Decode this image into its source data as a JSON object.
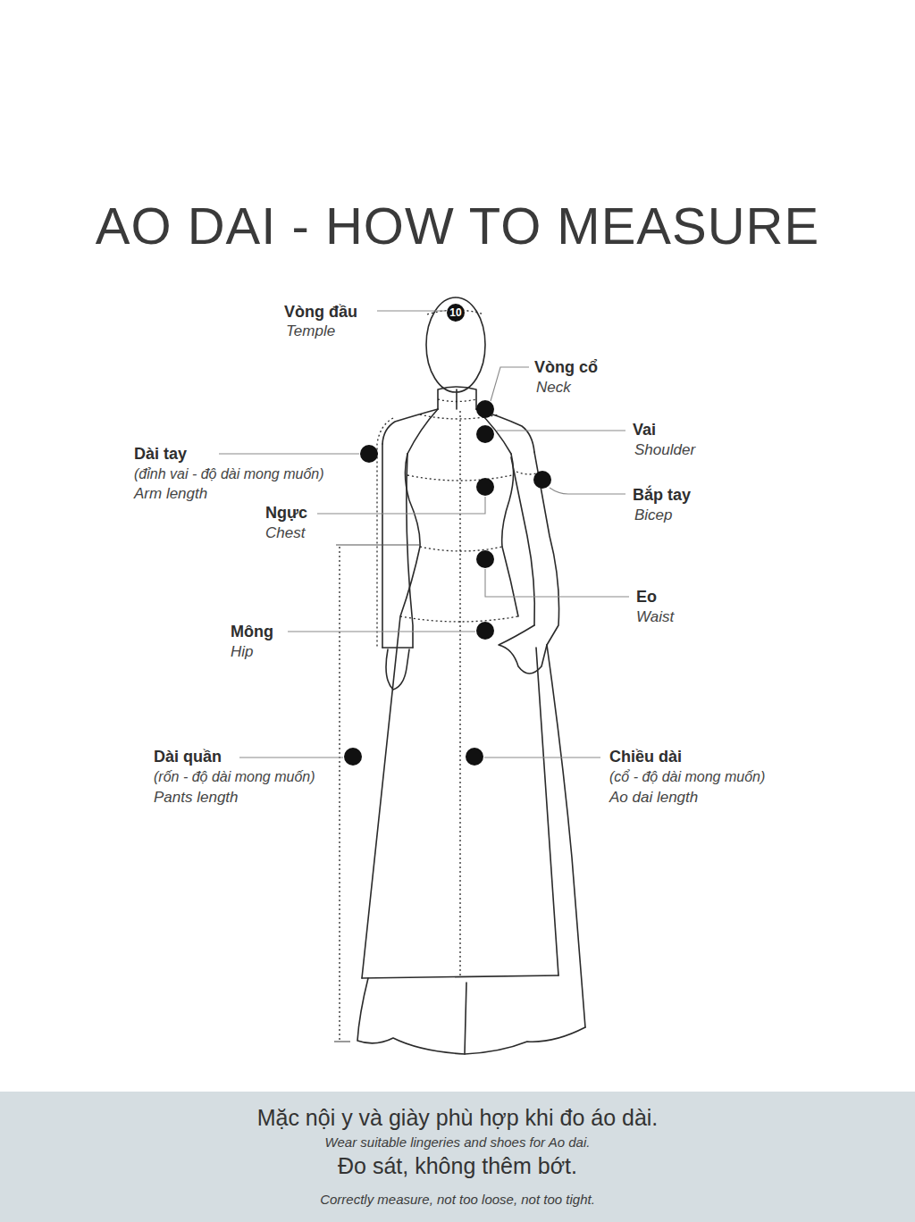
{
  "diagram": {
    "title": "AO DAI - HOW TO MEASURE",
    "nodes": [
      {
        "text": [
          "Mặc nội y và giày phù hợp khi đo áo dài.",
          "Wear suitable lingeries and shoes for Ao dai.",
          "Đo sát, không thêm bớt.",
          "Correctly measure, not too loose, not too tight."
        ]
      }
    ],
    "labels": [
      "Vòng đầu",
      "Temple",
      "10",
      "Vòng cổ",
      "Neck",
      "Vai",
      "Shoulder",
      "Dài tay",
      "(đỉnh vai - độ dài mong muốn)",
      "Arm length",
      "Bắp tay",
      "Bicep",
      "Ngực",
      "Chest",
      "Eo",
      "Waist",
      "Mông",
      "Hip",
      "Dài quần",
      "(rốn - độ dài mong muốn)",
      "Pants length",
      "Chiều dài",
      "(cổ - độ dài mong muốn)",
      "Ao dai length"
    ]
  }
}
